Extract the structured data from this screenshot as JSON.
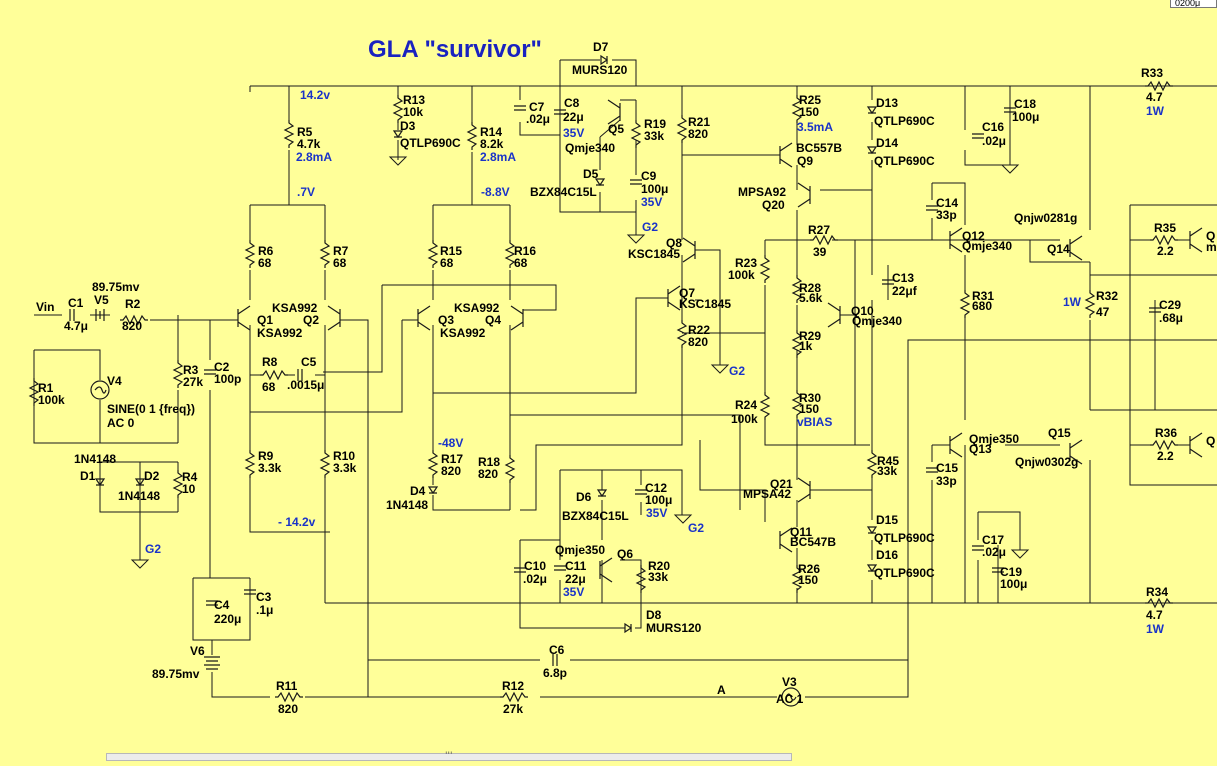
{
  "title": "GLA \"survivor\"",
  "corner_value": "0200μ",
  "scrollbar_grip": "'''",
  "labels": {
    "vin": "Vin",
    "c1": "C1",
    "c1v": "4.7μ",
    "v5": "V5",
    "v5v": "89.75mv",
    "r2": "R2",
    "r2v": "820",
    "r1": "R1",
    "r1v": "100k",
    "v4": "V4",
    "v4v1": "SINE(0 1 {freq})",
    "v4v2": "AC 0",
    "r3": "R3",
    "r3v": "27k",
    "c2": "C2",
    "c2v": "100p",
    "d1_part": "1N4148",
    "d1": "D1",
    "d2": "D2",
    "d2_part": "1N4148",
    "r4": "R4",
    "r4v": "10",
    "g2a": "G2",
    "g2b": "G2",
    "g2c": "G2",
    "g2d": "G2",
    "c4": "C4",
    "c4v": "220μ",
    "c3": "C3",
    "c3v": ".1μ",
    "v6": "V6",
    "v6v": "89.75mv",
    "r11": "R11",
    "r11v": "820",
    "r12": "R12",
    "r12v": "27k",
    "c6": "C6",
    "c6v": "6.8p",
    "node_a": "A",
    "v3": "V3",
    "v3v": "AC 1",
    "rail_pos": "14.2v",
    "r5": "R5",
    "r5v": "4.7k",
    "i_r5": "2.8mA",
    "node_07": ".7V",
    "r6": "R6",
    "r6v": "68",
    "r7": "R7",
    "r7v": "68",
    "q1": "Q1",
    "q1p": "KSA992",
    "q2": "Q2",
    "q2p": "KSA992",
    "r8": "R8",
    "r8v": "68",
    "c5": "C5",
    "c5v": ".0015μ",
    "r9": "R9",
    "r9v": "3.3k",
    "r10": "R10",
    "r10v": "3.3k",
    "rail_neg": "- 14.2v",
    "r13": "R13",
    "r13v": "10k",
    "d3": "D3",
    "d3p": "QTLP690C",
    "r14": "R14",
    "r14v": "8.2k",
    "i_r14": "2.8mA",
    "node_n88": "-8.8V",
    "r15": "R15",
    "r15v": "68",
    "r16": "R16",
    "r16v": "68",
    "q3": "Q3",
    "q3p": "KSA992",
    "q4": "Q4",
    "q4p": "KSA992",
    "node_n48": "-48V",
    "r17": "R17",
    "r17v": "820",
    "r18": "R18",
    "r18v": "820",
    "d4": "D4",
    "d4p": "1N4148",
    "d7": "D7",
    "d7p": "MURS120",
    "c7": "C7",
    "c7v": ".02μ",
    "c8": "C8",
    "c8v": "22μ",
    "c8r": "35V",
    "q5": "Q5",
    "q5p": "Qmje340",
    "r19": "R19",
    "r19v": "33k",
    "d5": "D5",
    "d5p": "BZX84C15L",
    "c9": "C9",
    "c9v": "100μ",
    "c9r": "35V",
    "d6": "D6",
    "d6p": "BZX84C15L",
    "c12": "C12",
    "c12v": "100μ",
    "c12r": "35V",
    "q6p": "Qmje350",
    "q6": "Q6",
    "r20": "R20",
    "r20v": "33k",
    "c10": "C10",
    "c10v": ".02μ",
    "c11": "C11",
    "c11v": "22μ",
    "c11r": "35V",
    "d8": "D8",
    "d8p": "MURS120",
    "r21": "R21",
    "r21v": "820",
    "q8": "Q8",
    "q8p": "KSC1845",
    "q7": "Q7",
    "q7p": "KSC1845",
    "r22": "R22",
    "r22v": "820",
    "r23": "R23",
    "r23v": "100k",
    "r24": "R24",
    "r24v": "100k",
    "r25": "R25",
    "r25v": "150",
    "i_r25": "3.5mA",
    "q9": "Q9",
    "q9p": "BC557B",
    "q20p": "MPSA92",
    "q20": "Q20",
    "r27": "R27",
    "r27v": "39",
    "r28": "R28",
    "r28v": "5.6k",
    "q10": "Q10",
    "q10p": "Qmje340",
    "r29": "R29",
    "r29v": "1k",
    "r30": "R30",
    "r30v": "150",
    "vbias": "vBIAS",
    "q21": "Q21",
    "q21p": "MPSA42",
    "q11": "Q11",
    "q11p": "BC547B",
    "r26": "R26",
    "r26v": "150",
    "d13": "D13",
    "d13p": "QTLP690C",
    "d14": "D14",
    "d14p": "QTLP690C",
    "c13": "C13",
    "c13v": "22μf",
    "r45": "R45",
    "r45v": "33k",
    "d15": "D15",
    "d15p": "QTLP690C",
    "d16": "D16",
    "d16p": "QTLP690C",
    "c14": "C14",
    "c14v": "33p",
    "q12": "Q12",
    "q12p": "Qmje340",
    "r31": "R31",
    "r31v": "680",
    "q13p": "Qmje350",
    "q13": "Q13",
    "c15": "C15",
    "c15v": "33p",
    "c16": "C16",
    "c16v": ".02μ",
    "c18": "C18",
    "c18v": "100μ",
    "c17": "C17",
    "c17v": ".02μ",
    "c19": "C19",
    "c19v": "100μ",
    "r33": "R33",
    "r33v": "4.7",
    "r33p": "1W",
    "r34": "R34",
    "r34v": "4.7",
    "r34p": "1W",
    "q14p": "Qnjw0281g",
    "q14": "Q14",
    "r35": "R35",
    "r35v": "2.2",
    "r32p": "1W",
    "r32": "R32",
    "r32v": "47",
    "c29": "C29",
    "c29v": ".68μ",
    "q15": "Q15",
    "q15p": "Qnjw0302g",
    "r36": "R36",
    "r36v": "2.2",
    "cut_q_top": "Q",
    "cut_m_top": "m",
    "cut_q_bot": "Q"
  }
}
